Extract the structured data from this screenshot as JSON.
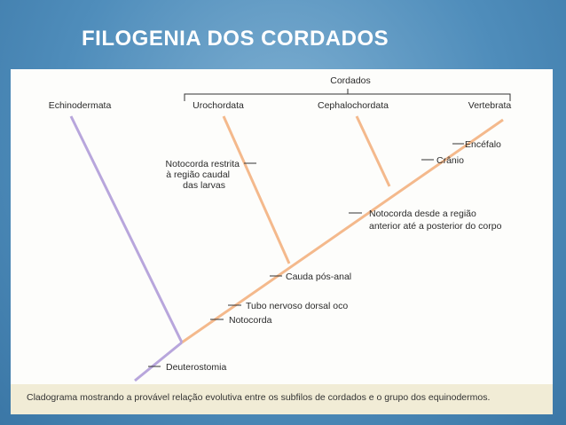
{
  "title": "FILOGENIA DOS CORDADOS",
  "cladogram": {
    "group_label": "Cordados",
    "taxa": [
      "Echinodermata",
      "Urochordata",
      "Cephalochordata",
      "Vertebrata"
    ],
    "characters": {
      "encefalo": "Encéfalo",
      "cranio": "Crânio",
      "notocorda_restrita": [
        "Notocorda restrita",
        "à região caudal",
        "das larvas"
      ],
      "notocorda_desde": [
        "Notocorda desde a região",
        "anterior até a posterior do corpo"
      ],
      "cauda": "Cauda pós-anal",
      "tubo": "Tubo nervoso dorsal oco",
      "notocorda": "Notocorda",
      "deuterostomia": "Deuterostomia"
    },
    "caption": "Cladograma mostrando a provável relação evolutiva entre os subfilos de cordados e o grupo dos equinodermos."
  },
  "colors": {
    "chordate_branch": "#f4b98c",
    "echinoderm_branch": "#b8a6dc",
    "caption_bg": "#f1ecd6",
    "title": "#ffffff"
  }
}
